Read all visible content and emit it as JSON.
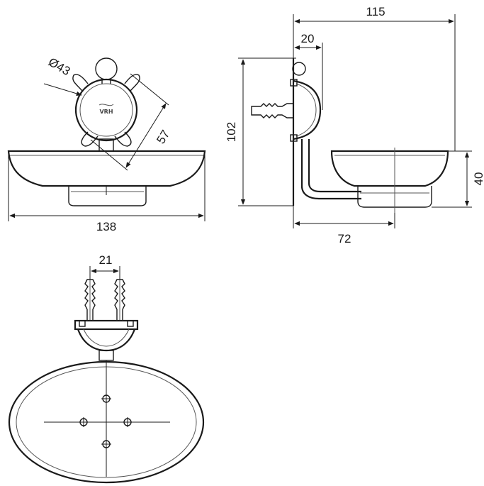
{
  "drawing": {
    "front_view": {
      "width_label": "138",
      "height_label": "57",
      "rosette_diameter_label": "Ø43",
      "logo_text": "VRH"
    },
    "side_view": {
      "depth_label": "115",
      "rosette_depth_label": "20",
      "height_label": "102",
      "bowl_height_label": "40",
      "bowl_offset_label": "72"
    },
    "top_view": {
      "pin_spacing_label": "21"
    }
  }
}
